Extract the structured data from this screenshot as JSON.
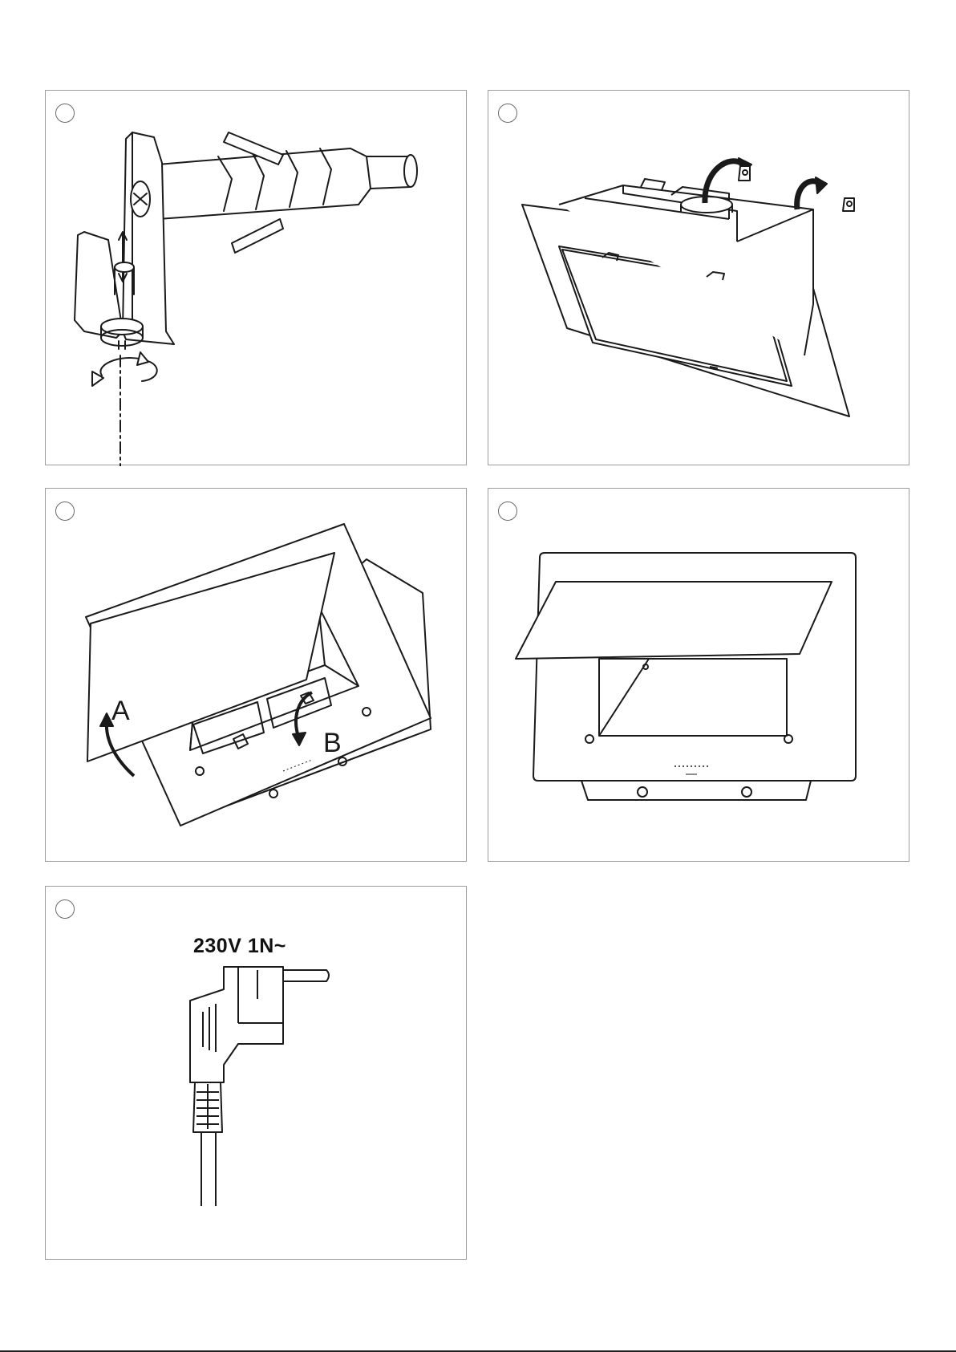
{
  "steps": [
    {
      "panel": "wall-plug-bracket"
    },
    {
      "panel": "hood-mounting"
    },
    {
      "panel": "open-glass-panel",
      "labels": {
        "a": "A",
        "b": "B"
      }
    },
    {
      "panel": "hood-open-view"
    },
    {
      "panel": "power-supply",
      "voltage": "230V 1N~"
    }
  ]
}
